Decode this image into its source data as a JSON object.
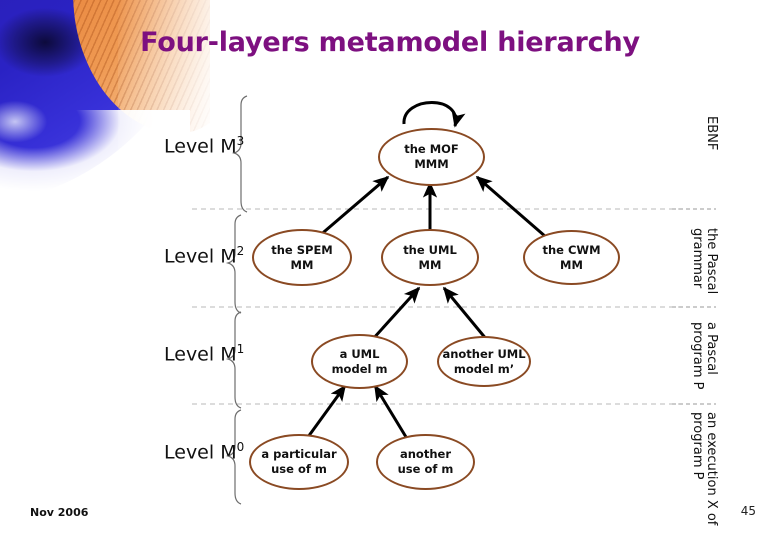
{
  "slide": {
    "title": "Four-layers metamodel hierarchy",
    "title_color": "#7d1080",
    "background": "#ffffff"
  },
  "footer": {
    "date": "Nov 2006",
    "page_number": "45"
  },
  "diagram": {
    "node_stroke_color": "#8a4a23",
    "separator_color": "#b9b9b9",
    "arrow_color": "#000000",
    "level_labels": [
      {
        "text": "Level M",
        "exponent": "3",
        "id": "level-m3"
      },
      {
        "text": "Level M",
        "exponent": "2",
        "id": "level-m2"
      },
      {
        "text": "Level M",
        "exponent": "1",
        "id": "level-m1"
      },
      {
        "text": "Level M",
        "exponent": "0",
        "id": "level-m0"
      }
    ],
    "side_labels": [
      {
        "id": "side-label-ebnf",
        "line1": "EBNF",
        "line2": ""
      },
      {
        "id": "side-label-pascal-grammar",
        "line1": "the Pascal",
        "line2": "grammar"
      },
      {
        "id": "side-label-pascal-program",
        "line1": "a Pascal",
        "line2": "program P"
      },
      {
        "id": "side-label-execution",
        "line1": "an execution X of",
        "line2": "program P"
      }
    ],
    "nodes": [
      {
        "id": "node-mof-mmm",
        "line1": "the MOF",
        "line2": "MMM",
        "level": "M3"
      },
      {
        "id": "node-spem-mm",
        "line1": "the SPEM",
        "line2": "MM",
        "level": "M2"
      },
      {
        "id": "node-uml-mm",
        "line1": "the UML",
        "line2": "MM",
        "level": "M2"
      },
      {
        "id": "node-cwm-mm",
        "line1": "the CWM",
        "line2": "MM",
        "level": "M2"
      },
      {
        "id": "node-uml-model-m",
        "line1": "a UML",
        "line2": "model m",
        "level": "M1"
      },
      {
        "id": "node-uml-model-m2",
        "line1": "another UML",
        "line2": "model m’",
        "level": "M1"
      },
      {
        "id": "node-use-of-m",
        "line1": "a particular",
        "line2": "use of m",
        "level": "M0"
      },
      {
        "id": "node-another-use-of-m",
        "line1": "another",
        "line2": "use of m",
        "level": "M0"
      }
    ],
    "edges": [
      {
        "from": "node-mof-mmm",
        "to": "node-mof-mmm",
        "kind": "self-loop"
      },
      {
        "from": "node-spem-mm",
        "to": "node-mof-mmm",
        "kind": "conformsTo"
      },
      {
        "from": "node-uml-mm",
        "to": "node-mof-mmm",
        "kind": "conformsTo"
      },
      {
        "from": "node-cwm-mm",
        "to": "node-mof-mmm",
        "kind": "conformsTo"
      },
      {
        "from": "node-uml-model-m",
        "to": "node-uml-mm",
        "kind": "conformsTo"
      },
      {
        "from": "node-uml-model-m2",
        "to": "node-uml-mm",
        "kind": "conformsTo"
      },
      {
        "from": "node-use-of-m",
        "to": "node-uml-model-m",
        "kind": "conformsTo"
      },
      {
        "from": "node-another-use-of-m",
        "to": "node-uml-model-m",
        "kind": "conformsTo"
      }
    ]
  }
}
